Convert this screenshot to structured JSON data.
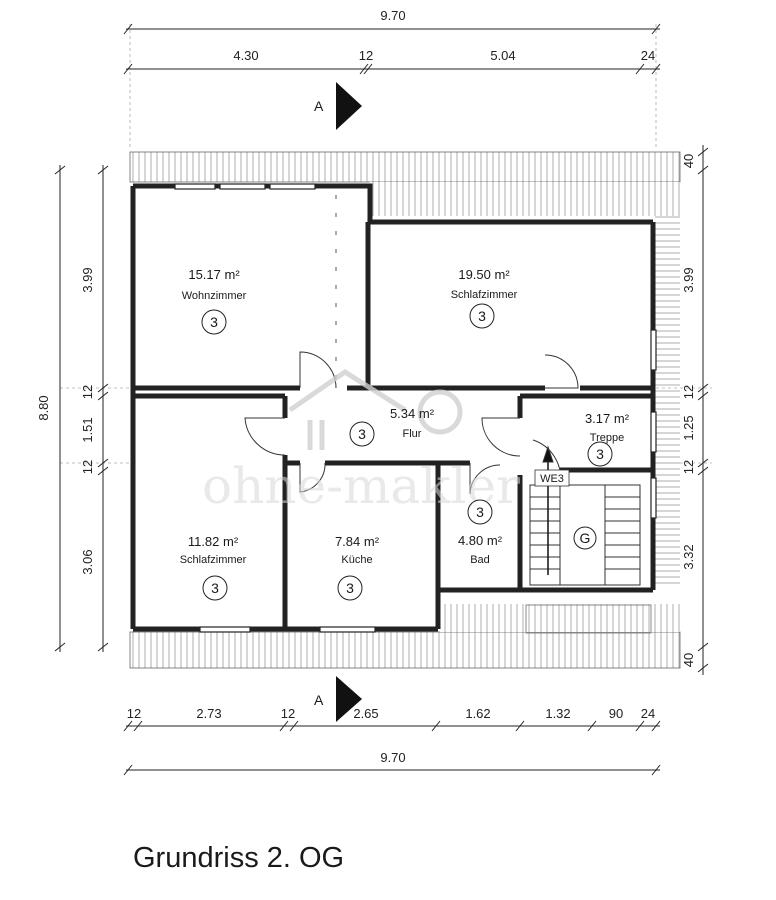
{
  "title": "Grundriss 2. OG",
  "section_marker": "A",
  "watermark": "ohne-makler",
  "wc_label": "WE3",
  "stair_label": "G",
  "dims": {
    "top_total": "9.70",
    "top_parts": [
      "4.30",
      "12",
      "5.04",
      "24"
    ],
    "bottom_parts": [
      "12",
      "2.73",
      "12",
      "2.65",
      "1.62",
      "1.32",
      "90",
      "24"
    ],
    "bottom_total": "9.70",
    "left_total": "8.80",
    "left_parts": [
      "3.99",
      "12",
      "1.51",
      "12",
      "3.06"
    ],
    "right_parts": [
      "40",
      "3.99",
      "12",
      "1.25",
      "12",
      "3.32",
      "40"
    ]
  },
  "rooms": [
    {
      "area": "15.17 m²",
      "name": "Wohnzimmer",
      "num": "3"
    },
    {
      "area": "19.50 m²",
      "name": "Schlafzimmer",
      "num": "3"
    },
    {
      "area": "5.34 m²",
      "name": "Flur",
      "num": "3"
    },
    {
      "area": "3.17 m²",
      "name": "Treppe",
      "num": "3"
    },
    {
      "area": "11.82 m²",
      "name": "Schlafzimmer",
      "num": "3"
    },
    {
      "area": "7.84 m²",
      "name": "Küche",
      "num": "3"
    },
    {
      "area": "4.80 m²",
      "name": "Bad",
      "num": "3"
    }
  ],
  "colors": {
    "wall": "#222222",
    "roof_hatch": "#9a9a9a",
    "watermark": "#d8d8d8"
  }
}
